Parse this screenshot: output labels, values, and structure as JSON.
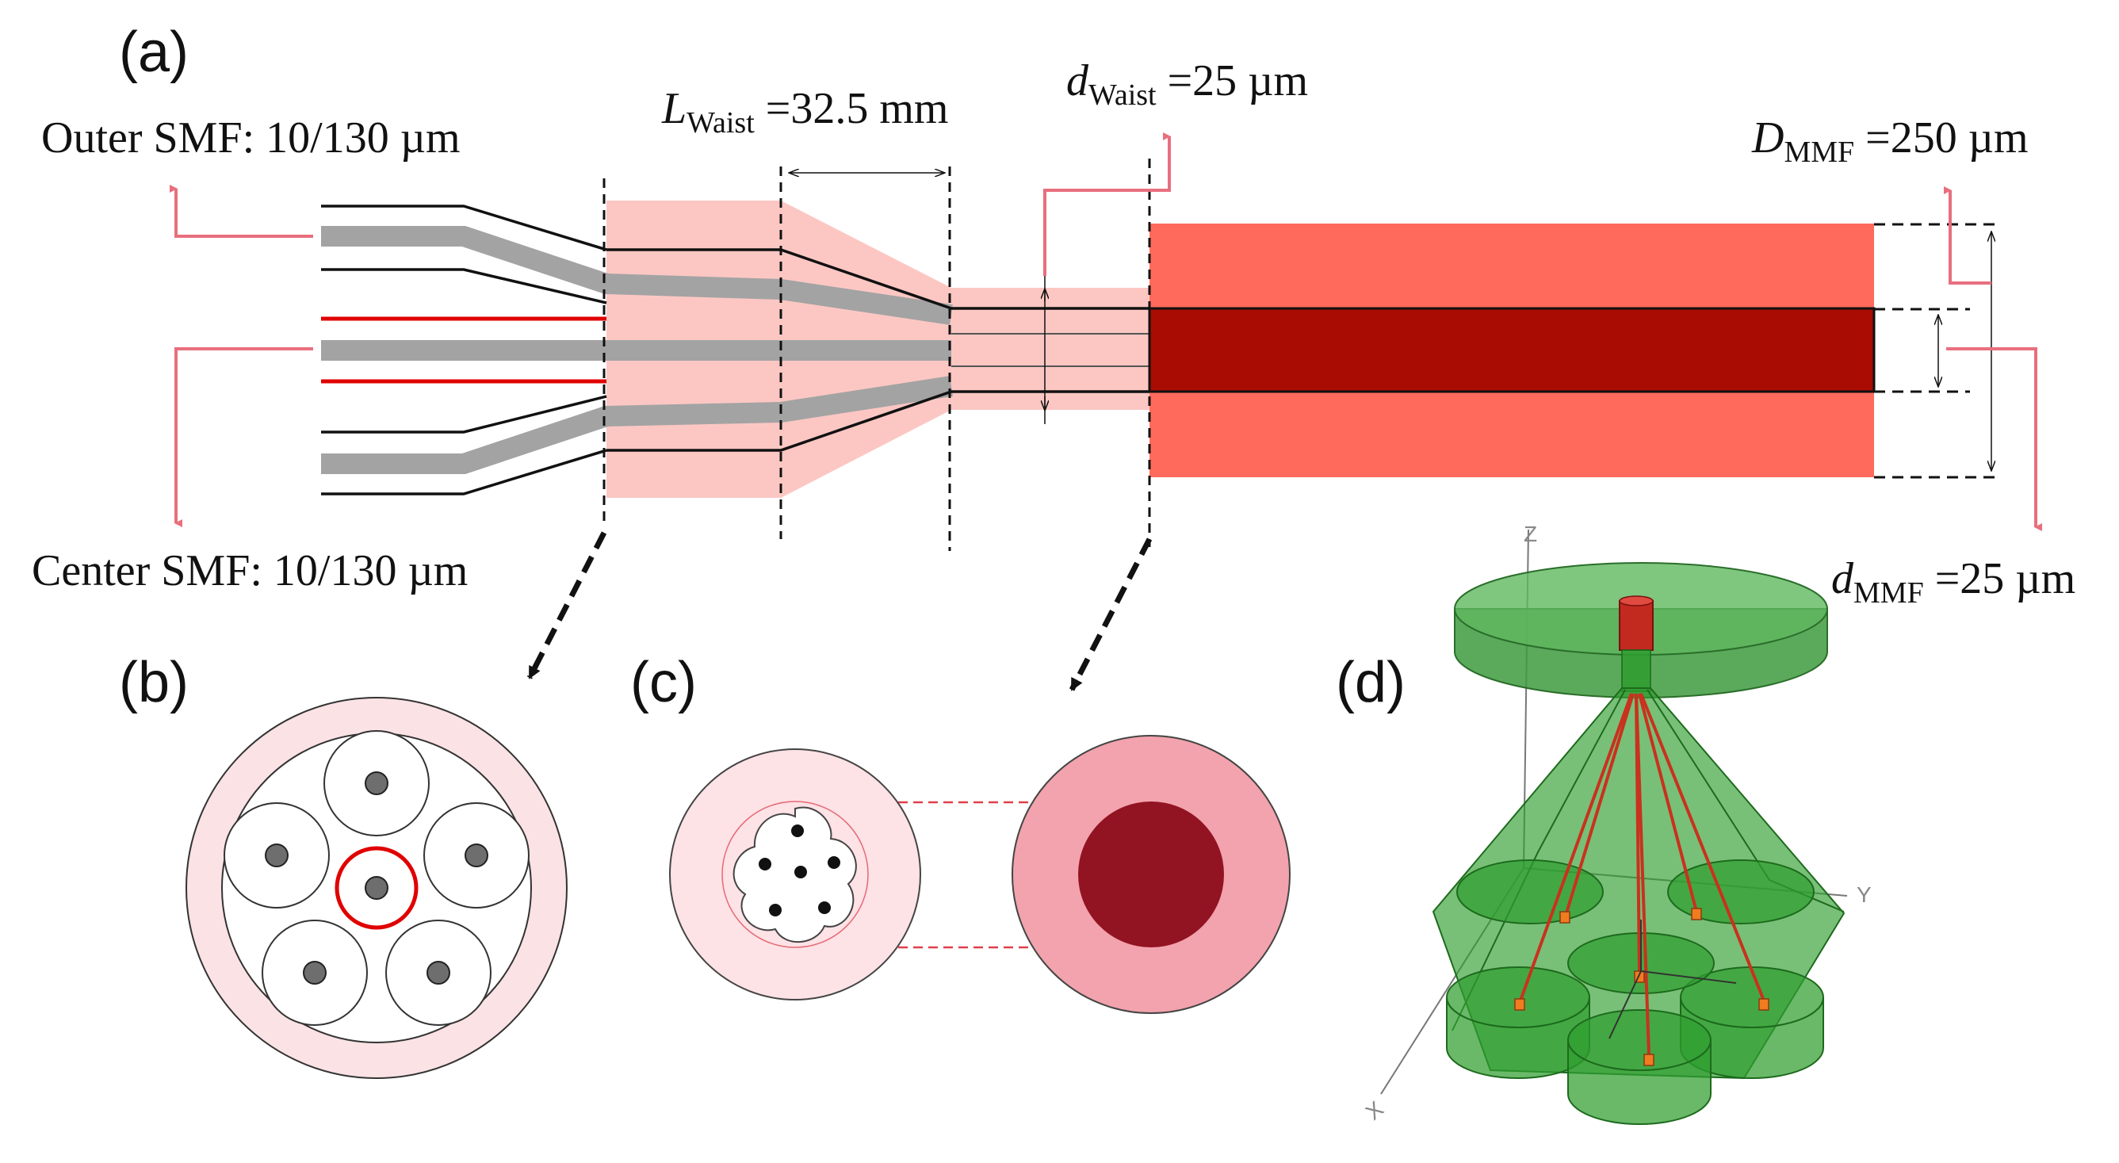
{
  "panels": {
    "a": "(a)",
    "b": "(b)",
    "c": "(c)",
    "d": "(d)"
  },
  "labels": {
    "outer_smf": "Outer SMF: 10/130 µm",
    "center_smf": "Center SMF: 10/130 µm",
    "l_waist": {
      "symbol": "L",
      "sub": "Waist",
      "value": " =32.5 mm"
    },
    "d_waist": {
      "symbol": "d",
      "sub": "Waist",
      "value": " =25 µm"
    },
    "D_mmf": {
      "symbol": "D",
      "sub": "MMF",
      "value": " =250 µm"
    },
    "d_mmf": {
      "symbol": "d",
      "sub": "MMF",
      "value": " =25 µm"
    }
  },
  "axes": {
    "z": "Z",
    "y": "Y",
    "x": "X"
  },
  "colors": {
    "fiber_gray": "#a3a3a3",
    "core_red": "#e00000",
    "taper_pink": "#fcc7c3",
    "mmf_clad": "#ff6a5c",
    "mmf_core": "#a80c02",
    "leader_pink": "#e86f7e",
    "b_clad": "#fbe2e4",
    "c_left": "#fde2e6",
    "c_right": "#f2a3ad",
    "c_core": "#921322",
    "green": "#2f9e2f"
  }
}
